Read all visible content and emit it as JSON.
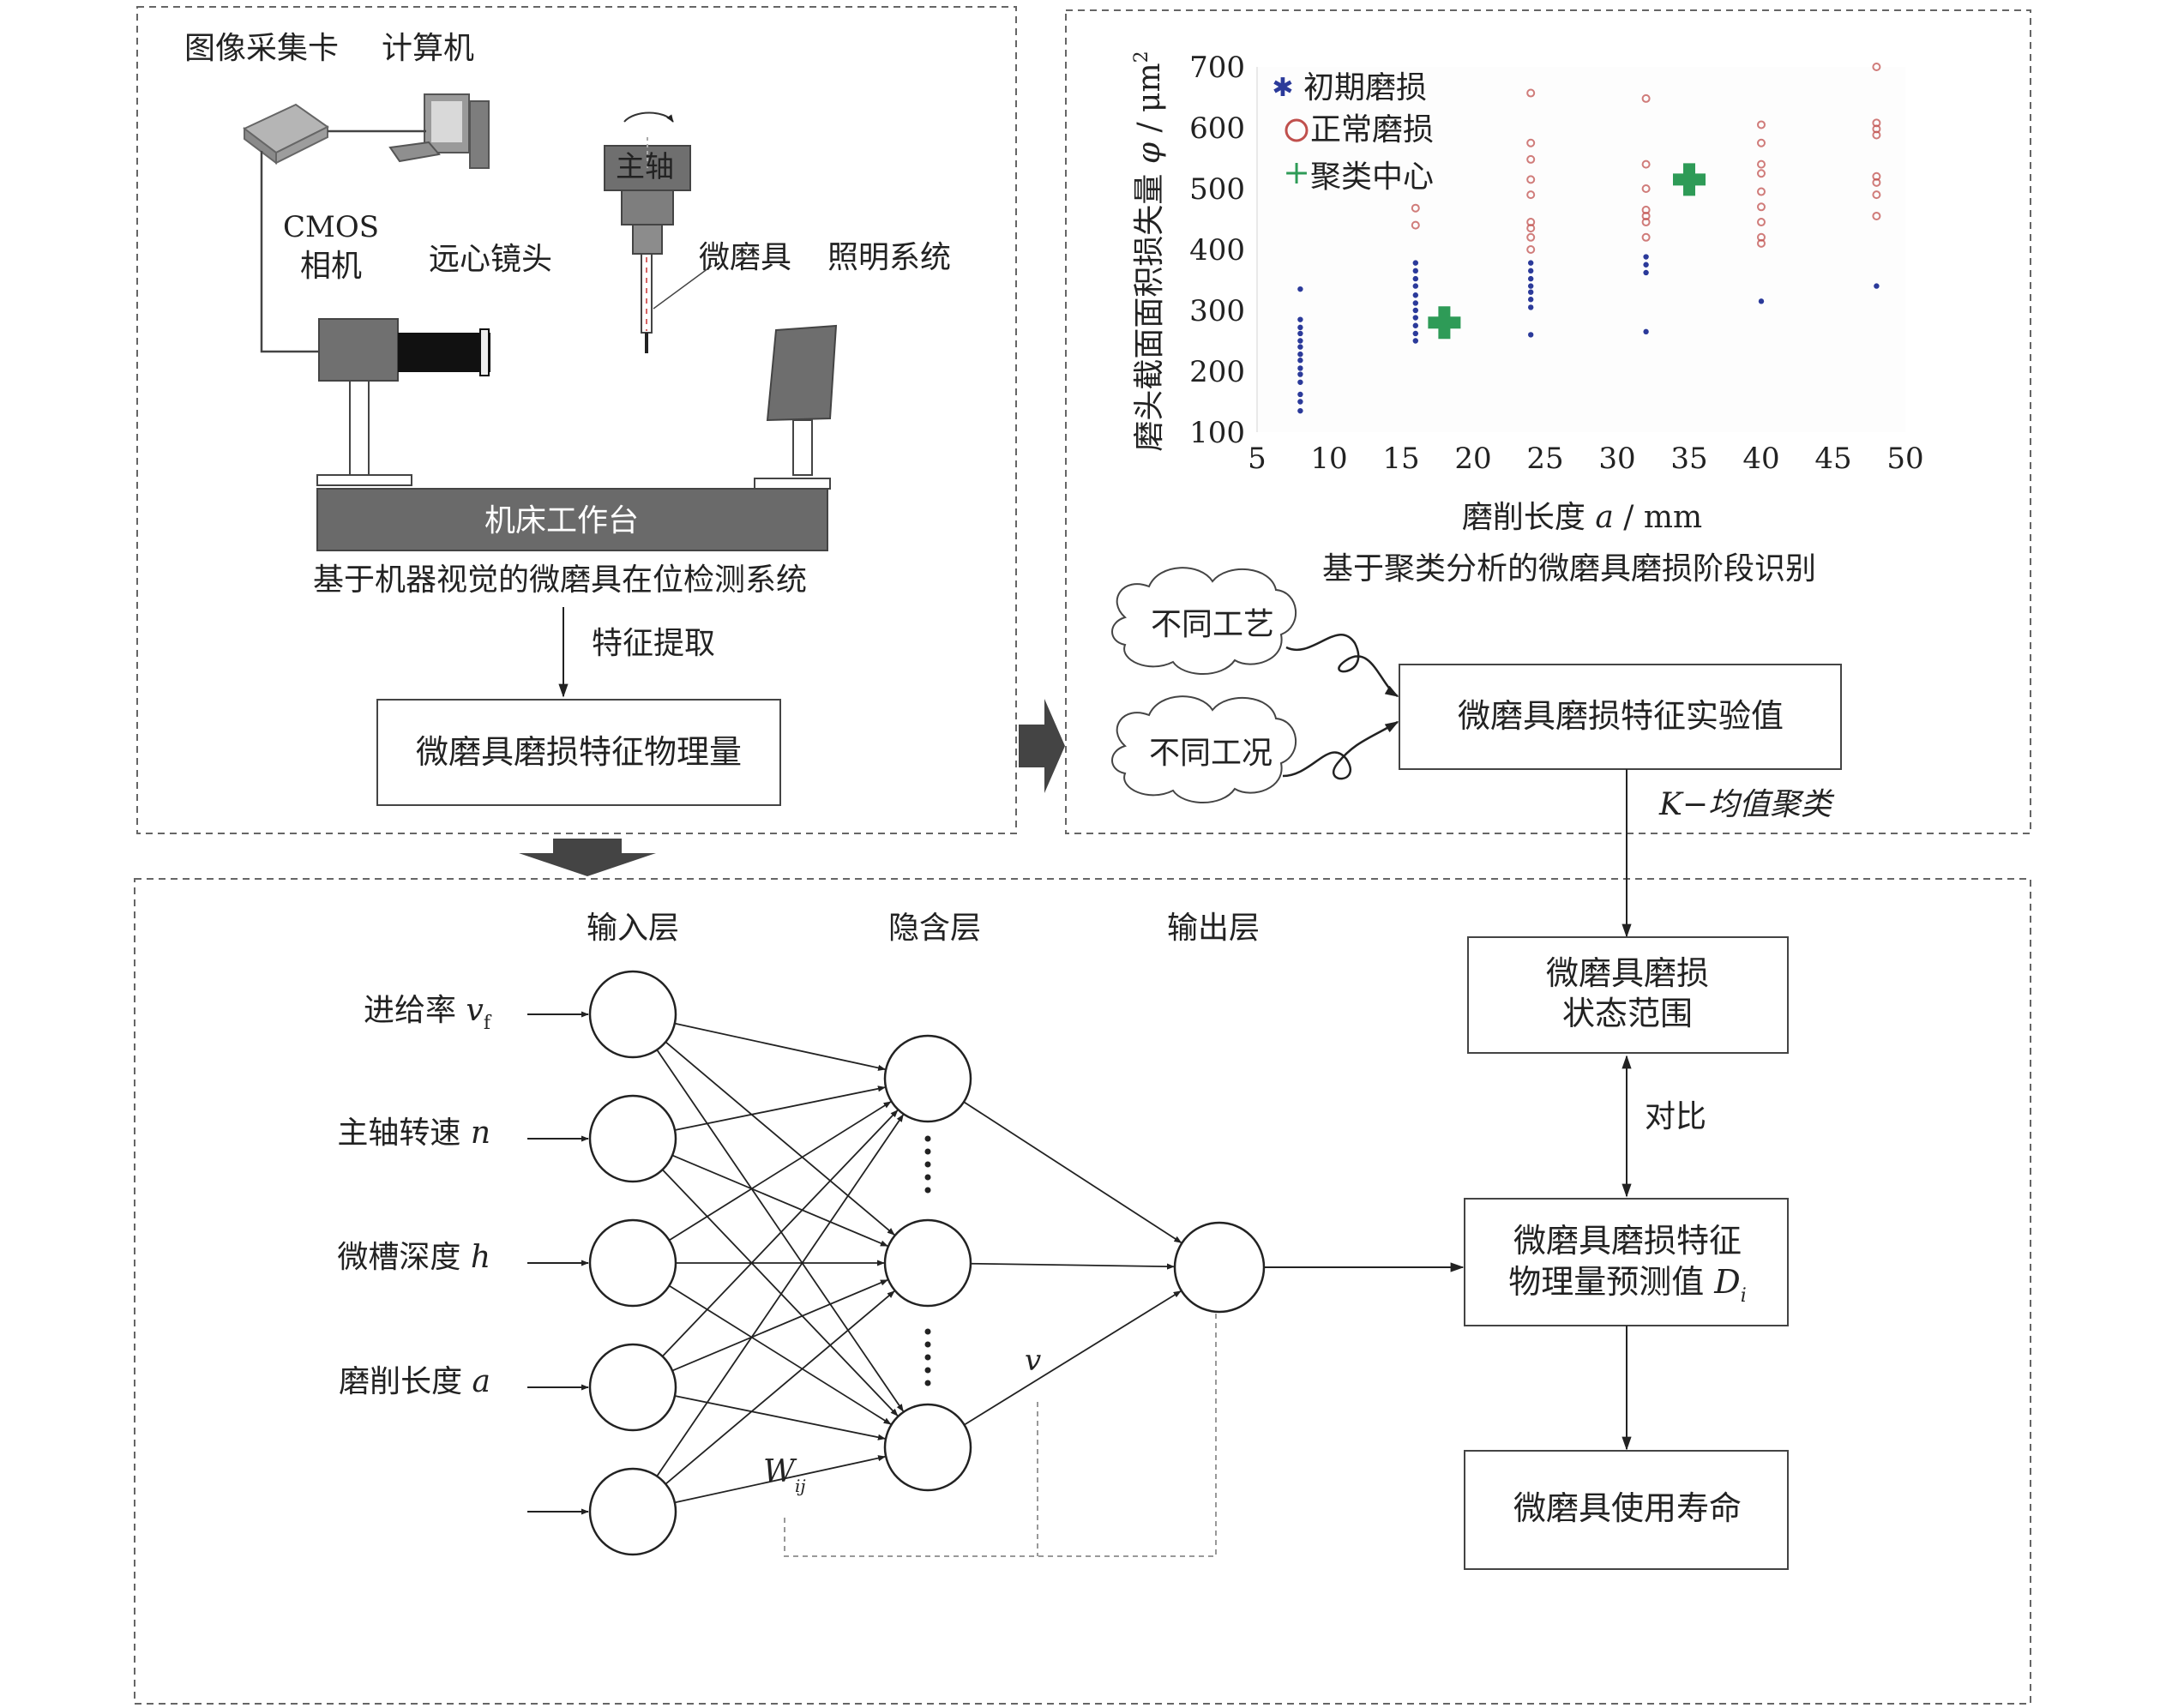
{
  "panel_a": {
    "labels": {
      "acq_card": "图像采集卡",
      "computer": "计算机",
      "cmos_line1": "CMOS",
      "cmos_line2": "相机",
      "lens": "远心镜头",
      "spindle": "主轴",
      "tool": "微磨具",
      "lighting": "照明系统",
      "table": "机床工作台"
    },
    "caption": "基于机器视觉的微磨具在位检测系统",
    "arrow_label": "特征提取",
    "box": "微磨具磨损特征物理量"
  },
  "panel_b": {
    "caption": "基于聚类分析的微磨具磨损阶段识别",
    "clouds": [
      "不同工艺",
      "不同工况"
    ],
    "box": "微磨具磨损特征实验值",
    "arrow_label": "K−均值聚类"
  },
  "panel_c": {
    "layer_titles": [
      "输入层",
      "隐含层",
      "输出层"
    ],
    "inputs": [
      {
        "name": "进给率",
        "symbol": "v",
        "sub": "f"
      },
      {
        "name": "主轴转速",
        "symbol": "n",
        "sub": ""
      },
      {
        "name": "微槽深度",
        "symbol": "h",
        "sub": ""
      },
      {
        "name": "磨削长度",
        "symbol": "a",
        "sub": ""
      }
    ],
    "weight_label": {
      "symbol": "W",
      "sub": "ij"
    },
    "v_label": "v",
    "state_box": [
      "微磨具磨损",
      "状态范围"
    ],
    "compare_label": "对比",
    "predict_box": [
      "微磨具磨损特征",
      "物理量预测值 "
    ],
    "predict_symbol": {
      "symbol": "D",
      "sub": "i"
    },
    "life_box": "微磨具使用寿命"
  },
  "chart_data": {
    "type": "scatter",
    "xlabel_text": "磨削长度 ",
    "xlabel_symbol": "a",
    "xlabel_unit": " / mm",
    "ylabel_text": "磨头截面面积损失量 ",
    "ylabel_symbol": "φ",
    "ylabel_unit": " / μm",
    "ylabel_sup": "2",
    "xlim": [
      5,
      50
    ],
    "ylim": [
      100,
      700
    ],
    "xticks": [
      5,
      10,
      15,
      20,
      25,
      30,
      35,
      40,
      45,
      50
    ],
    "yticks": [
      100,
      200,
      300,
      400,
      500,
      600,
      700
    ],
    "legend_position": "top-left",
    "series": [
      {
        "name": "初期磨损",
        "marker": "star",
        "color": "#2b3a9a",
        "points": [
          [
            8,
            335
          ],
          [
            8,
            285
          ],
          [
            8,
            272
          ],
          [
            8,
            262
          ],
          [
            8,
            250
          ],
          [
            8,
            240
          ],
          [
            8,
            228
          ],
          [
            8,
            218
          ],
          [
            8,
            205
          ],
          [
            8,
            195
          ],
          [
            8,
            182
          ],
          [
            8,
            162
          ],
          [
            8,
            150
          ],
          [
            8,
            135
          ],
          [
            16,
            378
          ],
          [
            16,
            365
          ],
          [
            16,
            352
          ],
          [
            16,
            340
          ],
          [
            16,
            325
          ],
          [
            16,
            312
          ],
          [
            16,
            300
          ],
          [
            16,
            288
          ],
          [
            16,
            275
          ],
          [
            16,
            262
          ],
          [
            16,
            250
          ],
          [
            24,
            378
          ],
          [
            24,
            365
          ],
          [
            24,
            352
          ],
          [
            24,
            340
          ],
          [
            24,
            330
          ],
          [
            24,
            318
          ],
          [
            24,
            305
          ],
          [
            24,
            260
          ],
          [
            32,
            388
          ],
          [
            32,
            375
          ],
          [
            32,
            362
          ],
          [
            32,
            265
          ],
          [
            40,
            315
          ],
          [
            48,
            340
          ]
        ]
      },
      {
        "name": "正常磨损",
        "marker": "circle",
        "color": "#c0504d",
        "points": [
          [
            16,
            468
          ],
          [
            16,
            440
          ],
          [
            24,
            657
          ],
          [
            24,
            575
          ],
          [
            24,
            548
          ],
          [
            24,
            515
          ],
          [
            24,
            490
          ],
          [
            24,
            445
          ],
          [
            24,
            435
          ],
          [
            24,
            420
          ],
          [
            24,
            400
          ],
          [
            32,
            648
          ],
          [
            32,
            540
          ],
          [
            32,
            500
          ],
          [
            32,
            465
          ],
          [
            32,
            455
          ],
          [
            32,
            445
          ],
          [
            32,
            420
          ],
          [
            40,
            605
          ],
          [
            40,
            575
          ],
          [
            40,
            540
          ],
          [
            40,
            525
          ],
          [
            40,
            495
          ],
          [
            40,
            470
          ],
          [
            40,
            445
          ],
          [
            40,
            420
          ],
          [
            40,
            410
          ],
          [
            48,
            700
          ],
          [
            48,
            608
          ],
          [
            48,
            598
          ],
          [
            48,
            588
          ],
          [
            48,
            520
          ],
          [
            48,
            510
          ],
          [
            48,
            490
          ],
          [
            48,
            455
          ]
        ]
      },
      {
        "name": "聚类中心",
        "marker": "plus",
        "color": "#2e9b57",
        "points": [
          [
            18,
            280
          ],
          [
            35,
            515
          ]
        ]
      }
    ]
  }
}
